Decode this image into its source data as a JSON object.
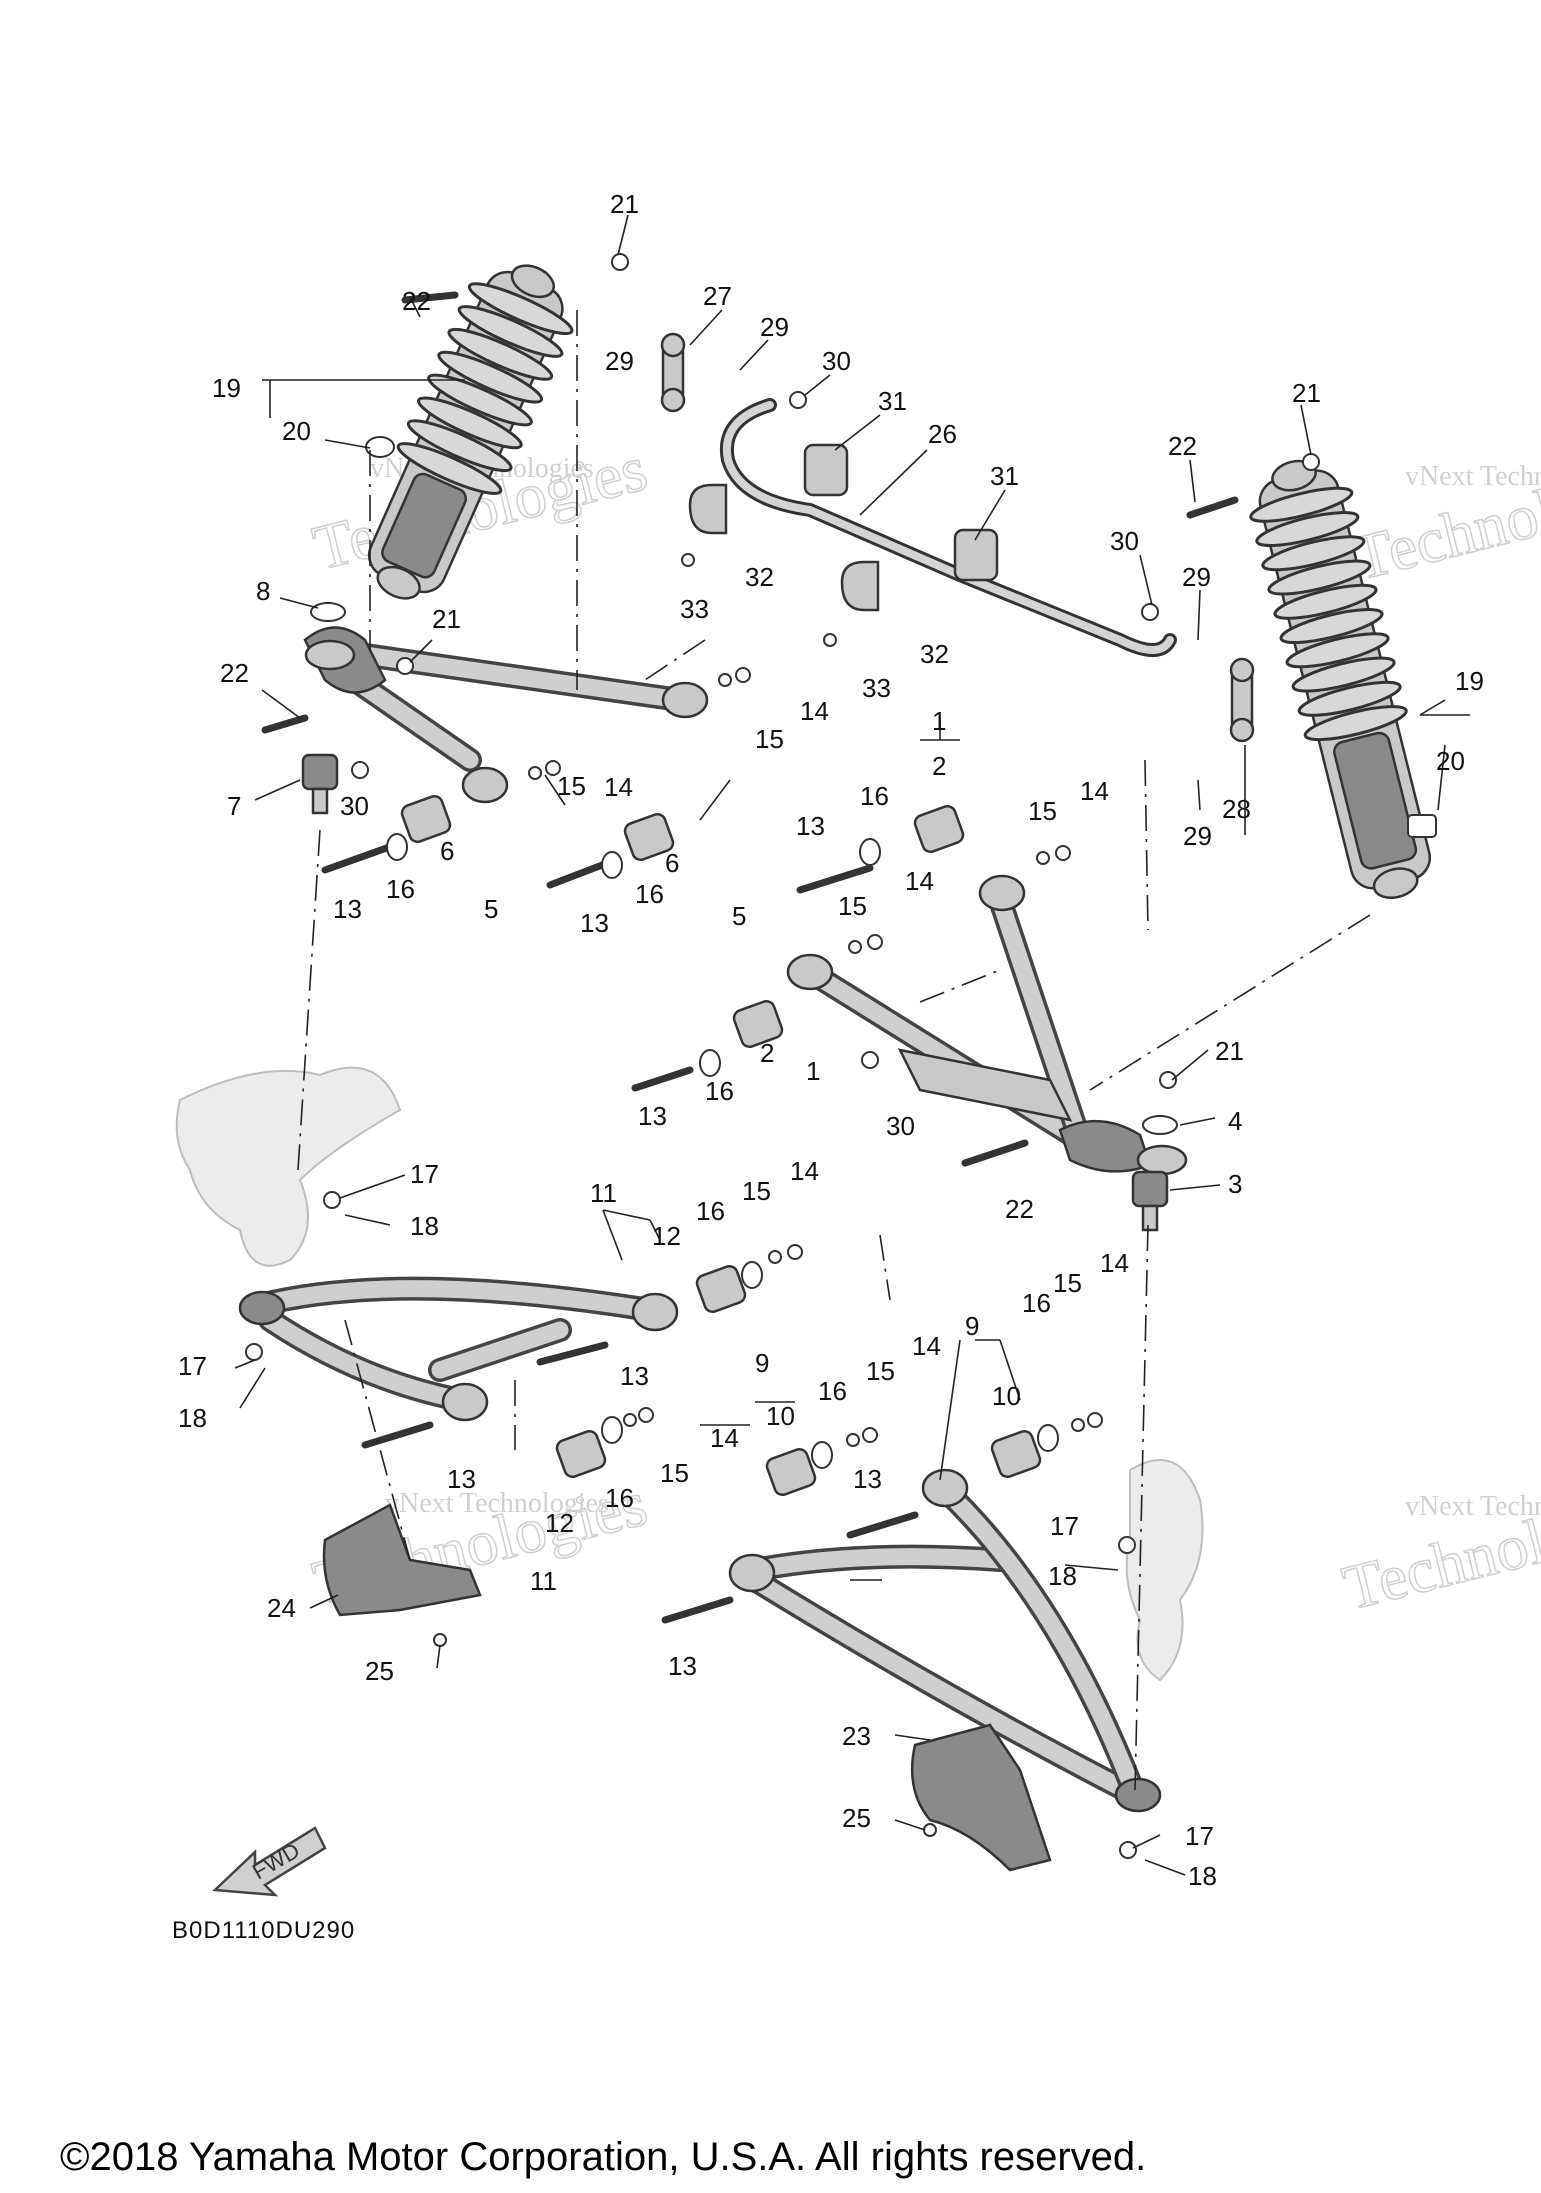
{
  "callouts": {
    "c1": "1",
    "c2": "2",
    "c3": "3",
    "c4": "4",
    "c5": "5",
    "c6": "6",
    "c7": "7",
    "c8": "8",
    "c9": "9",
    "c10": "10",
    "c11": "11",
    "c12": "12",
    "c13": "13",
    "c14": "14",
    "c15": "15",
    "c16": "16",
    "c17": "17",
    "c18": "18",
    "c19": "19",
    "c20": "20",
    "c21": "21",
    "c22": "22",
    "c23": "23",
    "c24": "24",
    "c25": "25",
    "c26": "26",
    "c27": "27",
    "c28": "28",
    "c29": "29",
    "c30": "30",
    "c31": "31",
    "c32": "32",
    "c33": "33"
  },
  "watermark": {
    "line1": "vNext Technologies",
    "line2": "Technologies",
    "line3": "vNext"
  },
  "fwd_label": "FWD",
  "diagram_code": "B0D1110DU290",
  "copyright": "©2018 Yamaha Motor Corporation, U.S.A. All rights reserved."
}
